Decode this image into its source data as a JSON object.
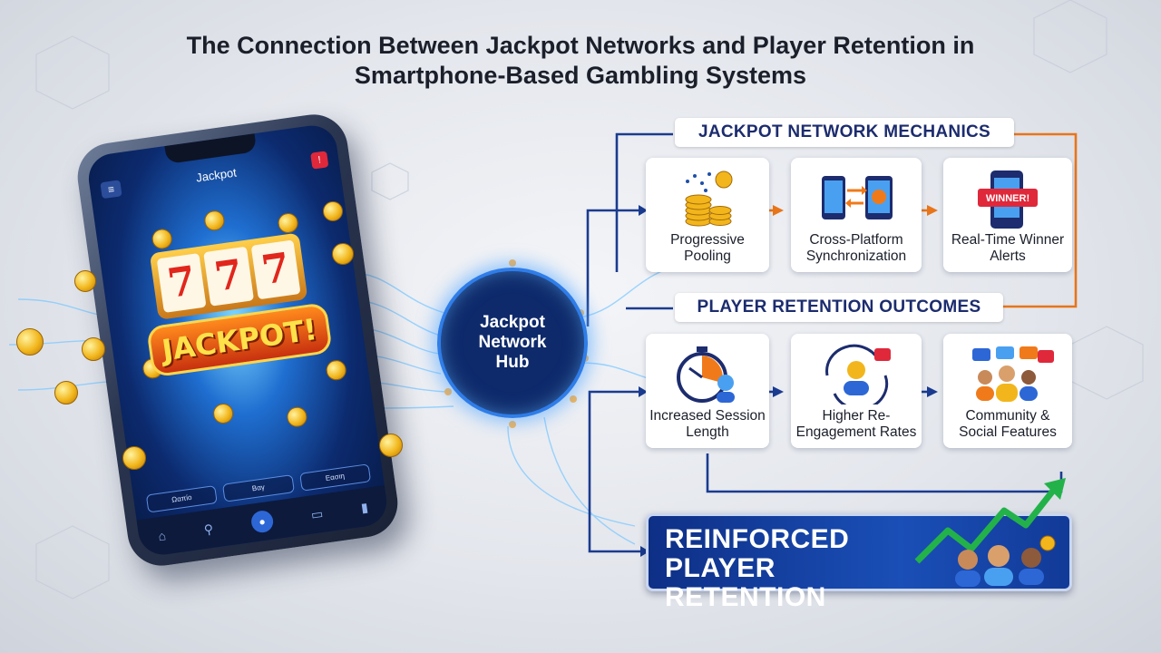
{
  "title": "The Connection Between Jackpot Networks and Player Retention in Smartphone-Based Gambling Systems",
  "phone": {
    "app_title": "Jackpot",
    "menu_icon": "hamburger-menu-icon",
    "reels": [
      "7",
      "7",
      "7"
    ],
    "banner": "JACKPOT!",
    "tab_chips": [
      "Ωαπίο",
      "Βαγ",
      "Εασιη"
    ],
    "nav_icons": [
      "home-icon",
      "search-icon",
      "game-icon",
      "bag-icon",
      "chart-icon"
    ]
  },
  "hub": {
    "label": "Jackpot Network Hub"
  },
  "mechanics": {
    "header": "JACKPOT NETWORK MECHANICS",
    "cards": [
      {
        "label": "Progressive Pooling",
        "icon": "coin-stack-icon"
      },
      {
        "label": "Cross-Platform Synchronization",
        "icon": "device-sync-icon"
      },
      {
        "label": "Real-Time Winner Alerts",
        "icon": "winner-alert-icon",
        "badge": "WINNER!"
      }
    ]
  },
  "outcomes": {
    "header": "PLAYER RETENTION OUTCOMES",
    "cards": [
      {
        "label": "Increased Session Length",
        "icon": "stopwatch-icon"
      },
      {
        "label": "Higher Re-Engagement Rates",
        "icon": "re-engagement-icon"
      },
      {
        "label": "Community & Social Features",
        "icon": "community-icon"
      }
    ]
  },
  "result": {
    "label": "REINFORCED PLAYER RETENTION",
    "icon": "growth-arrow-icon"
  },
  "colors": {
    "navy": "#1c2c6e",
    "blue": "#1a4fb7",
    "orange": "#e8751a",
    "green": "#23b24a",
    "gold": "#f2b61c"
  }
}
